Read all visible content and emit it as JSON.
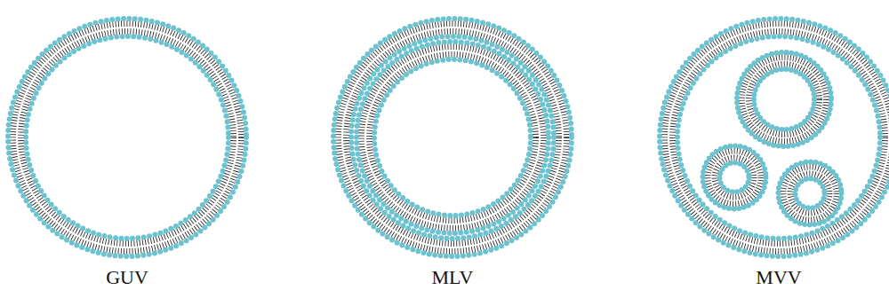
{
  "diagram": {
    "labels": [
      "GUV",
      "MLV",
      "MVV"
    ]
  }
}
